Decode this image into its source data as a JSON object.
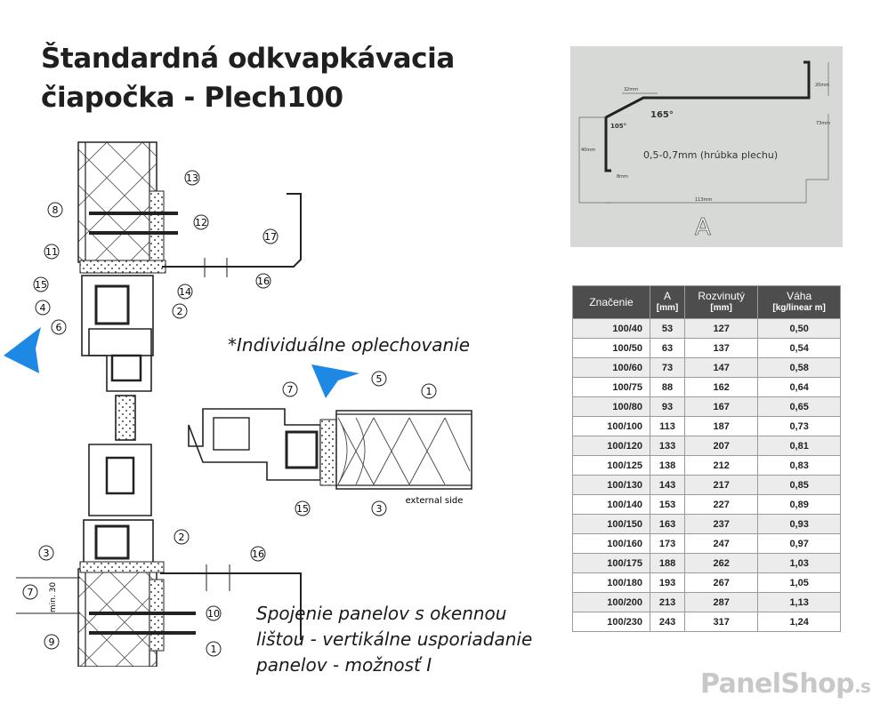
{
  "title": {
    "line1": "Štandardná odkvapkávacia",
    "line2": "čiapočka - Plech100"
  },
  "notes": {
    "individual": "*Individuálne oplechovanie",
    "joint_line1": "Spojenie panelov s okennou",
    "joint_line2": "lištou - vertikálne usporiadanie",
    "joint_line3": "panelov - možnosť I"
  },
  "drawing": {
    "callouts_upper": [
      "13",
      "12",
      "8",
      "17",
      "11",
      "15",
      "16",
      "14",
      "4",
      "6",
      "2"
    ],
    "callouts_lower": [
      "2",
      "3",
      "16",
      "7",
      "10",
      "9",
      "1"
    ],
    "callouts_side": [
      "7",
      "5",
      "1",
      "15",
      "3"
    ],
    "dim_label": "min. 30",
    "external_side_label": "external side"
  },
  "profile": {
    "angle_top": "165°",
    "angle_left": "105°",
    "thickness_label": "0,5-0,7mm (hrúbka plechu)",
    "dim_top": "32mm",
    "dim_right_top": "20mm",
    "dim_right": "73mm",
    "dim_left": "40mm",
    "dim_bottom": "113mm",
    "dim_small": "8mm",
    "letter": "A"
  },
  "table": {
    "headers": [
      {
        "label": "Značenie",
        "unit": ""
      },
      {
        "label": "A",
        "unit": "[mm]"
      },
      {
        "label": "Rozvinutý",
        "unit": "[mm]"
      },
      {
        "label": "Váha",
        "unit": "[kg/linear m]"
      }
    ],
    "rows": [
      [
        "100/40",
        "53",
        "127",
        "0,50"
      ],
      [
        "100/50",
        "63",
        "137",
        "0,54"
      ],
      [
        "100/60",
        "73",
        "147",
        "0,58"
      ],
      [
        "100/75",
        "88",
        "162",
        "0,64"
      ],
      [
        "100/80",
        "93",
        "167",
        "0,65"
      ],
      [
        "100/100",
        "113",
        "187",
        "0,73"
      ],
      [
        "100/120",
        "133",
        "207",
        "0,81"
      ],
      [
        "100/125",
        "138",
        "212",
        "0,83"
      ],
      [
        "100/130",
        "143",
        "217",
        "0,85"
      ],
      [
        "100/140",
        "153",
        "227",
        "0,89"
      ],
      [
        "100/150",
        "163",
        "237",
        "0,93"
      ],
      [
        "100/160",
        "173",
        "247",
        "0,97"
      ],
      [
        "100/175",
        "188",
        "262",
        "1,03"
      ],
      [
        "100/180",
        "193",
        "267",
        "1,05"
      ],
      [
        "100/200",
        "213",
        "287",
        "1,13"
      ],
      [
        "100/230",
        "243",
        "317",
        "1,24"
      ]
    ]
  },
  "brand": {
    "name": "PanelShop",
    "suffix": ".sk"
  },
  "colors": {
    "arrow_blue": "#1e88e5",
    "header_bg": "#4d4d4d",
    "profile_bg": "#d7d9d6"
  }
}
